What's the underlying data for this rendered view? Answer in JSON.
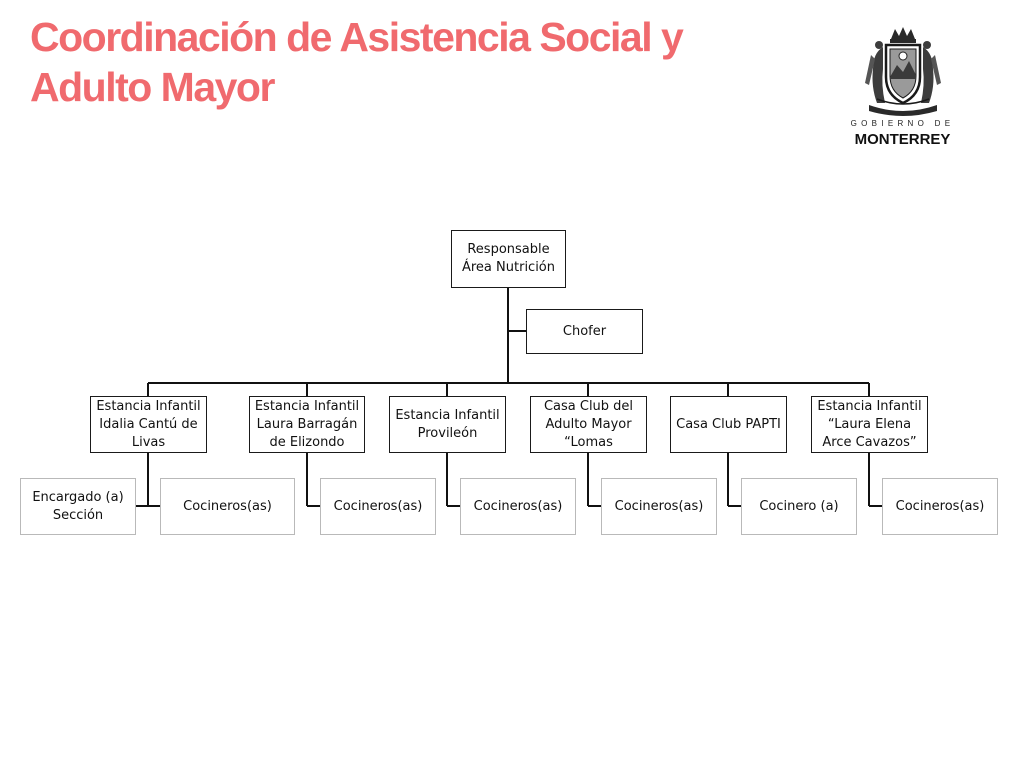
{
  "title": {
    "line1": "Coordinación de Asistencia Social y",
    "line2": "Adulto Mayor"
  },
  "logo": {
    "icon": "monterrey-crest-icon",
    "line1": "GOBIERNO DE",
    "line2": "MONTERREY"
  },
  "org": {
    "root": "Responsable\nÁrea Nutrición",
    "assistant": "Chofer",
    "units": [
      {
        "name": "Estancia Infantil\nIdalia Cantú de\nLivas",
        "staff": [
          "Encargado (a)\nSección",
          "Cocineros(as)"
        ]
      },
      {
        "name": "Estancia Infantil\nLaura Barragán\nde Elizondo",
        "staff": [
          "Cocineros(as)"
        ]
      },
      {
        "name": "Estancia Infantil\nProvileón",
        "staff": [
          "Cocineros(as)"
        ]
      },
      {
        "name": "Casa Club del\nAdulto Mayor\n“Lomas",
        "staff": [
          "Cocineros(as)"
        ]
      },
      {
        "name": "Casa Club PAPTI",
        "staff": [
          "Cocinero (a)"
        ]
      },
      {
        "name": "Estancia Infantil\n“Laura Elena\nArce Cavazos”",
        "staff": [
          "Cocineros(as)"
        ]
      }
    ]
  },
  "colors": {
    "title": "#f06a6e",
    "node_border": "#1a1a1a",
    "staff_border": "#b9b9b9",
    "connector": "#111111"
  }
}
